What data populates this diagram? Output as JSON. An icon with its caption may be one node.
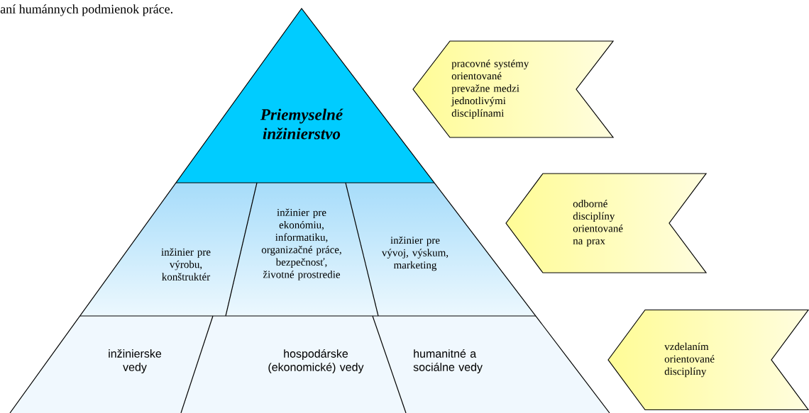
{
  "diagram": {
    "nodes": [
      {
        "text": [
          "Priemyselné inžinierstvo"
        ]
      },
      {
        "text": [
          "inžinier pre výrobu, konštruktér"
        ]
      },
      {
        "text": [
          "inžinier pre ekonómiu, informatiku, organizačné práce, bezpečnosť, životné prostredie"
        ]
      },
      {
        "text": [
          "inžinier pre vývoj, výskum, marketing"
        ]
      },
      {
        "text": [
          "inžinierske vedy"
        ]
      },
      {
        "text": [
          "hospodárske (ekonomické) vedy"
        ]
      },
      {
        "text": [
          "humanitné a sociálne vedy"
        ]
      },
      {
        "text": [
          "pracovné systémy orientované prevažne medzi jednotlivými disciplínami"
        ]
      },
      {
        "text": [
          "odborné disciplíny orientované na prax"
        ]
      },
      {
        "text": [
          "vzdelaním orientované disciplíny"
        ]
      }
    ],
    "labels": [
      "aní humánnych podmienok práce."
    ]
  }
}
